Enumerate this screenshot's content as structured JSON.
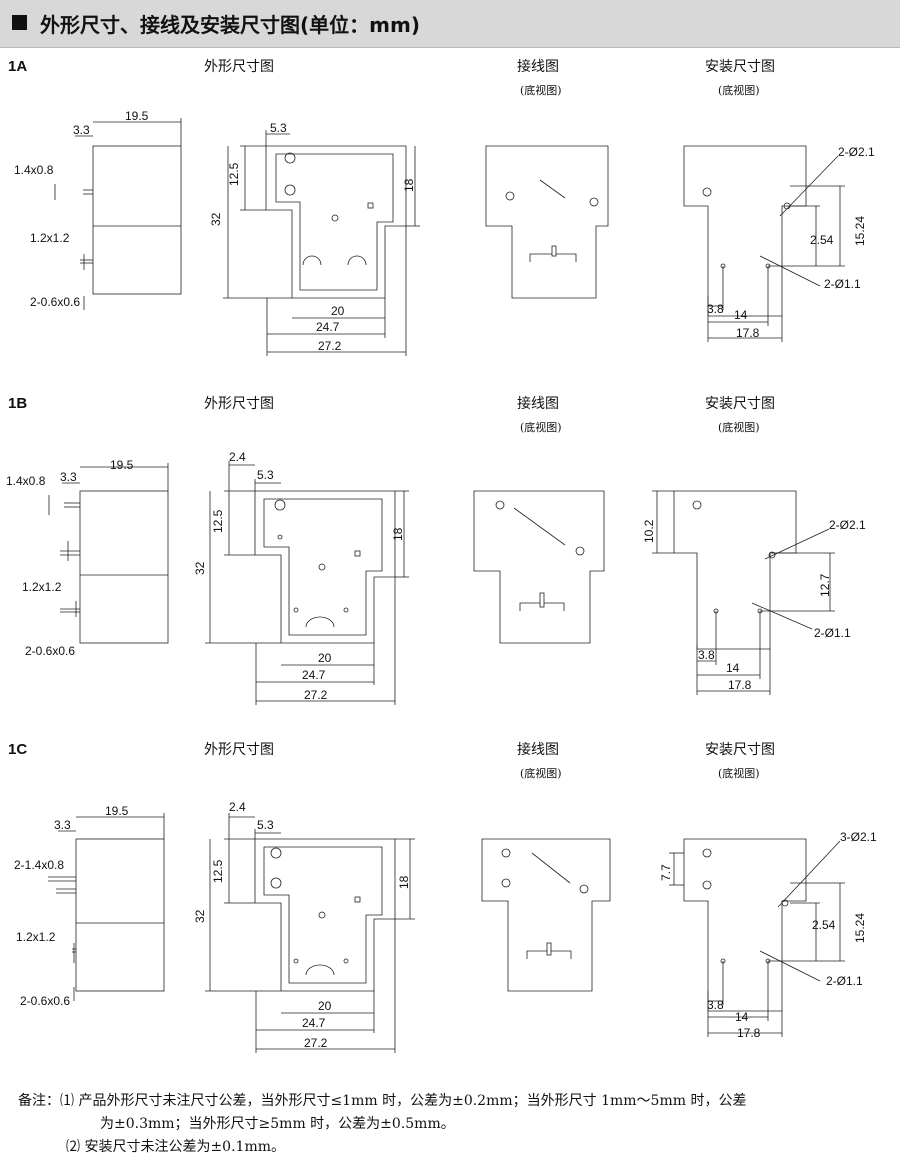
{
  "header": {
    "title": "外形尺寸、接线及安装尺寸图(单位：mm)"
  },
  "captions": {
    "outline": "外形尺寸图",
    "wiring": "接线图",
    "mounting": "安装尺寸图",
    "bottom_view": "(底视图)"
  },
  "sections": [
    {
      "code": "1A",
      "side": {
        "width": "19.5",
        "offset": "3.3",
        "pin_top": "1.4x0.8",
        "pin_mid": "1.2x1.2",
        "pin_bot": "2-0.6x0.6"
      },
      "outline": {
        "d1": "5.3",
        "d2": "12.5",
        "d3": "32",
        "d4": "18",
        "w1": "20",
        "w2": "24.7",
        "w3": "27.2"
      },
      "mount": {
        "hole_large": "2-Ø2.1",
        "d1": "2.54",
        "d2": "15.24",
        "hole_small": "2-Ø1.1",
        "x1": "3.8",
        "x2": "14",
        "x3": "17.8"
      }
    },
    {
      "code": "1B",
      "side": {
        "width": "19.5",
        "offset": "3.3",
        "pin_top": "1.4x0.8",
        "pin_mid": "1.2x1.2",
        "pin_bot": "2-0.6x0.6"
      },
      "outline": {
        "d0": "2.4",
        "d1": "5.3",
        "d2": "12.5",
        "d3": "32",
        "d4": "18",
        "w1": "20",
        "w2": "24.7",
        "w3": "27.2"
      },
      "mount": {
        "d0": "10.2",
        "hole_large": "2-Ø2.1",
        "d2": "12.7",
        "hole_small": "2-Ø1.1",
        "x1": "3.8",
        "x2": "14",
        "x3": "17.8"
      }
    },
    {
      "code": "1C",
      "side": {
        "width": "19.5",
        "offset": "3.3",
        "pin_top": "2-1.4x0.8",
        "pin_mid": "1.2x1.2",
        "pin_bot": "2-0.6x0.6"
      },
      "outline": {
        "d0": "2.4",
        "d1": "5.3",
        "d2": "12.5",
        "d3": "32",
        "d4": "18",
        "w1": "20",
        "w2": "24.7",
        "w3": "27.2"
      },
      "mount": {
        "hole_large": "3-Ø2.1",
        "d0": "7.7",
        "d1": "2.54",
        "d2": "15.24",
        "hole_small": "2-Ø1.1",
        "x1": "3.8",
        "x2": "14",
        "x3": "17.8"
      }
    }
  ],
  "notes": {
    "label": "备注：",
    "n1_num": "⑴",
    "n1_line1": "产品外形尺寸未注尺寸公差，当外形尺寸≤1mm 时，公差为±0.2mm；当外形尺寸 1mm～5mm 时，公差",
    "n1_line2": "为±0.3mm；当外形尺寸≥5mm 时，公差为±0.5mm。",
    "n2_num": "⑵",
    "n2_line": "安装尺寸未注公差为±0.1mm。"
  }
}
